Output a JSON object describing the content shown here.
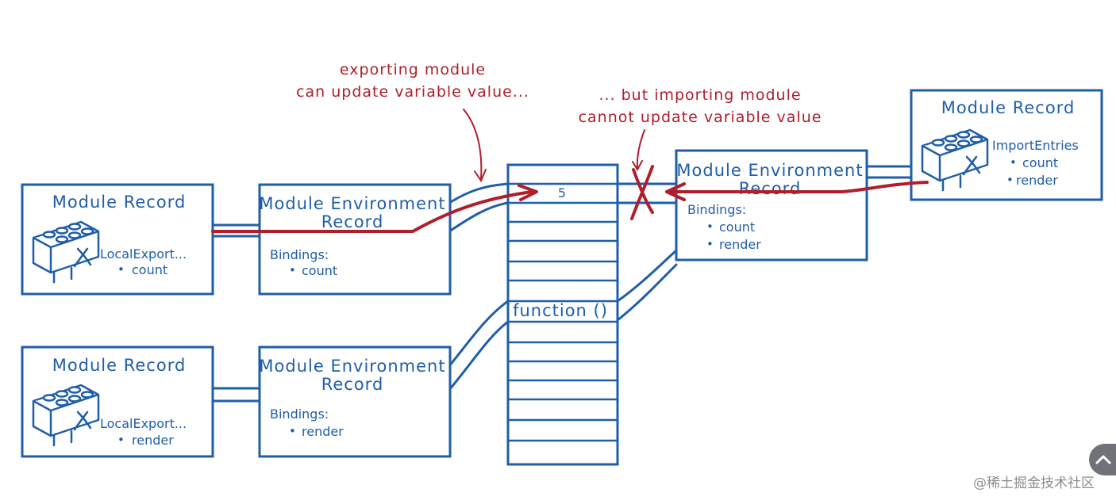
{
  "annotations": {
    "exporting_line1": "exporting module",
    "exporting_line2": "can update variable value...",
    "importing_line1": "... but importing module",
    "importing_line2": "cannot update variable value"
  },
  "top_exporter": {
    "record_title": "Module Record",
    "entries_label": "LocalExport...",
    "entries": [
      "count"
    ],
    "env_title_line1": "Module Environment",
    "env_title_line2": "Record",
    "bindings_label": "Bindings:",
    "bindings": [
      "count"
    ]
  },
  "bottom_exporter": {
    "record_title": "Module Record",
    "entries_label": "LocalExport...",
    "entries": [
      "render"
    ],
    "env_title_line1": "Module Environment",
    "env_title_line2": "Record",
    "bindings_label": "Bindings:",
    "bindings": [
      "render"
    ]
  },
  "importer": {
    "record_title": "Module Record",
    "entries_label": "ImportEntries",
    "entries": [
      "count",
      "render"
    ],
    "env_title_line1": "Module Environment",
    "env_title_line2": "Record",
    "bindings_label": "Bindings:",
    "bindings": [
      "count",
      "render"
    ]
  },
  "memory": {
    "value_count": "5",
    "value_render": "function ()"
  },
  "bullet": "•",
  "colors": {
    "diagram_blue": "#1f5ea8",
    "annotation_red": "#b01e2c"
  },
  "watermark": "@稀土掘金技术社区",
  "scroll_top_icon": "chevron-up-icon"
}
